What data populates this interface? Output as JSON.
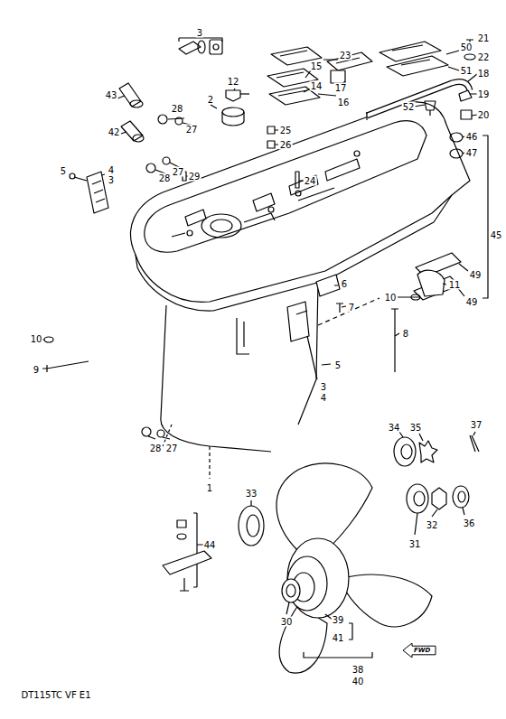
{
  "diagram": {
    "nodes": [
      {
        "text": [
          "FWD"
        ]
      }
    ],
    "edges": [],
    "labels": [
      "3",
      "12",
      "2",
      "23",
      "50",
      "15",
      "51",
      "21",
      "22",
      "14",
      "17",
      "18",
      "16",
      "52",
      "19",
      "20",
      "43",
      "28",
      "27",
      "25",
      "26",
      "42",
      "46",
      "47",
      "4",
      "3",
      "5",
      "28",
      "27",
      "29",
      "24",
      "45",
      "49",
      "49",
      "6",
      "7",
      "11",
      "10",
      "10",
      "9",
      "8",
      "3",
      "4",
      "5",
      "34",
      "35",
      "37",
      "28",
      "27",
      "1",
      "33",
      "32",
      "36",
      "31",
      "44",
      "30",
      "39",
      "41",
      "38",
      "40",
      "DT115TC VF E1"
    ]
  }
}
